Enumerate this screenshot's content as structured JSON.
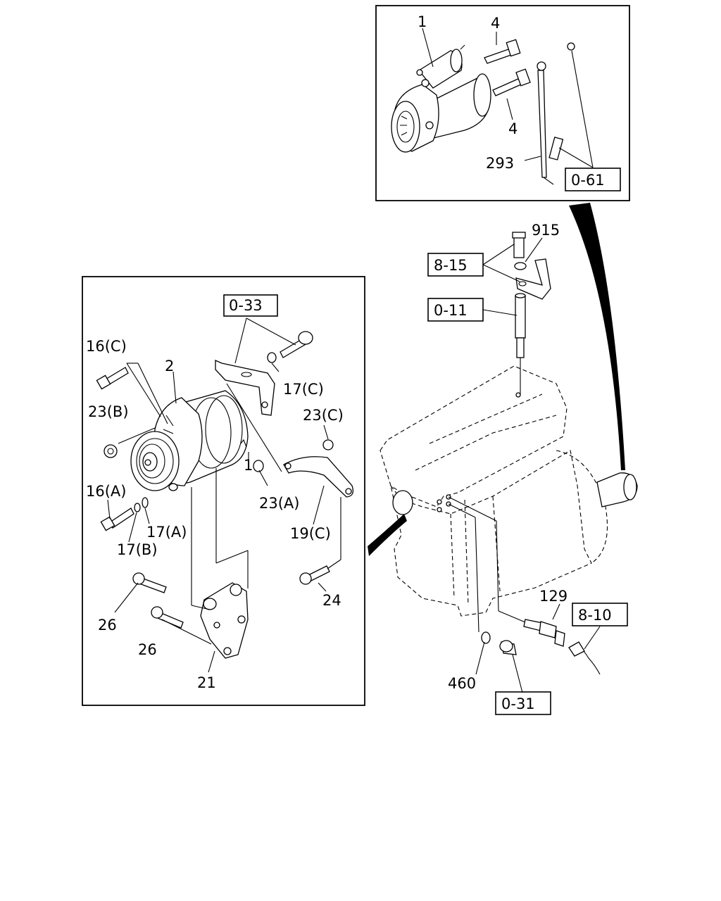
{
  "callouts": {
    "starter": "1",
    "starter_bolt_upper": "4",
    "starter_bolt_lower": "4",
    "cable": "293",
    "bolt_915": "915",
    "alternator": "2",
    "bolt_16c": "16(C)",
    "nut_23b": "23(B)",
    "washer_17c": "17(C)",
    "nut_23c": "23(C)",
    "bolt_16a": "16(A)",
    "washer_17a": "17(A)",
    "washer_17b": "17(B)",
    "nut_23a": "23(A)",
    "alt_ref_1": "1",
    "adjust_plate": "19(C)",
    "bolt_24": "24",
    "bolt_26_upper": "26",
    "bolt_26_lower": "26",
    "bracket_21": "21",
    "sensor_129": "129",
    "oring_460": "460"
  },
  "references": {
    "ref_0_61": "0-61",
    "ref_8_15": "8-15",
    "ref_0_11": "0-11",
    "ref_0_33": "0-33",
    "ref_8_10": "8-10",
    "ref_0_31": "0-31"
  }
}
